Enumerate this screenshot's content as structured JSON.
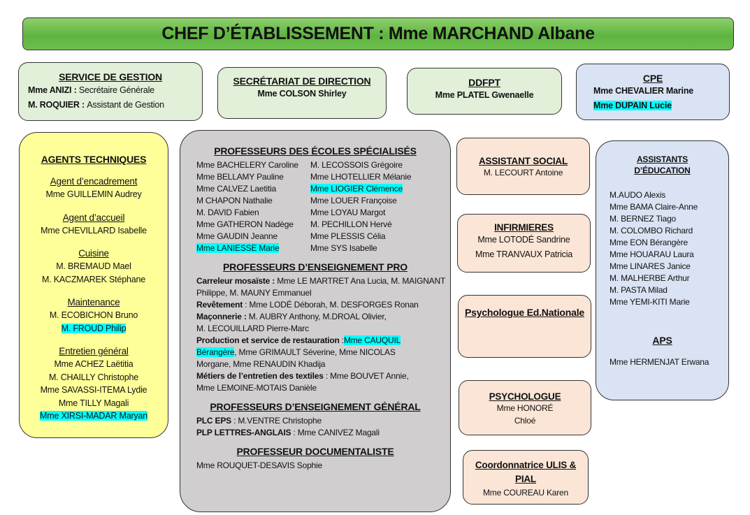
{
  "title": "CHEF D’ÉTABLISSEMENT : Mme MARCHAND Albane",
  "colors": {
    "title_bg": "#6cbf4e",
    "green_box": "#e2efd9",
    "blue_box": "#dae3f3",
    "yellow_box": "#ffff99",
    "gray_box": "#d0cece",
    "peach_box": "#fbe5d6",
    "highlight": "#00ffff"
  },
  "boxes": {
    "gestion": {
      "sections": [
        {
          "heading": "SERVICE DE GESTION",
          "lines": [
            [
              {
                "t": "Mme ANIZI : "
              },
              {
                "t": "Secrétaire Générale",
                "n": true
              }
            ],
            [
              {
                "t": "M. ROQUIER : "
              },
              {
                "t": "Assistant de Gestion",
                "n": true
              }
            ]
          ]
        }
      ]
    },
    "secretariat": {
      "sections": [
        {
          "heading": "SECRÉTARIAT DE DIRECTION",
          "lines": [
            [
              {
                "t": "Mme COLSON Shirley"
              }
            ]
          ]
        }
      ]
    },
    "ddfpt": {
      "sections": [
        {
          "heading": "DDFPT",
          "lines": [
            [
              {
                "t": "Mme PLATEL Gwenaelle"
              }
            ]
          ]
        }
      ]
    },
    "cpe": {
      "sections": [
        {
          "heading": "CPE",
          "lines": [
            [
              {
                "t": "Mme CHEVALIER Marine"
              }
            ],
            [
              {
                "t": "Mme DUPAIN Lucie",
                "hl": true
              }
            ]
          ]
        }
      ]
    },
    "agents": {
      "sections": [
        {
          "heading": "AGENTS TECHNIQUES",
          "lines": []
        },
        {
          "sub": "Agent d’encadrement",
          "lines": [
            [
              {
                "t": "Mme GUILLEMIN Audrey"
              }
            ]
          ]
        },
        {
          "sub": "Agent d’accueil",
          "lines": [
            [
              {
                "t": "Mme CHEVILLARD Isabelle"
              }
            ]
          ]
        },
        {
          "sub": "Cuisine",
          "lines": [
            [
              {
                "t": "M. BREMAUD Mael"
              }
            ],
            [
              {
                "t": "M. KACZMAREK Stéphane"
              }
            ]
          ]
        },
        {
          "sub": "Maintenance",
          "lines": [
            [
              {
                "t": "M. ECOBICHON Bruno"
              }
            ],
            [
              {
                "t": "M. FROUD Philip",
                "hl": true
              }
            ]
          ]
        },
        {
          "sub": "Entretien général",
          "lines": [
            [
              {
                "t": "Mme ACHEZ Laëtitia"
              }
            ],
            [
              {
                "t": "M. CHAILLY Christophe"
              }
            ],
            [
              {
                "t": "Mme SAVASSI-ITEMA Lydie"
              }
            ],
            [
              {
                "t": "Mme TILLY Magali"
              }
            ],
            [
              {
                "t": "Mme XIRSI-MADAR Maryan",
                "hl": true
              }
            ]
          ]
        }
      ]
    },
    "profs": {
      "sections": [
        {
          "heading": "PROFESSEURS DES ÉCOLES SPÉCIALISÉS",
          "columns": [
            [
              [
                {
                  "t": "Mme BACHELERY Caroline"
                }
              ],
              [
                {
                  "t": "Mme BELLAMY Pauline"
                }
              ],
              [
                {
                  "t": "Mme CALVEZ Laetitia"
                }
              ],
              [
                {
                  "t": "M CHAPON Nathalie"
                }
              ],
              [
                {
                  "t": "M. DAVID Fabien"
                }
              ],
              [
                {
                  "t": "Mme GATHERON Nadège"
                }
              ],
              [
                {
                  "t": "Mme GAUDIN Jeanne"
                }
              ],
              [
                {
                  "t": "Mme LANIESSE Marie",
                  "hl": true
                }
              ]
            ],
            [
              [
                {
                  "t": "M. LECOSSOIS Grégoire"
                }
              ],
              [
                {
                  "t": "Mme LHOTELLIER Mélanie"
                }
              ],
              [
                {
                  "t": "Mme LIOGIER Clémence",
                  "hl": true
                }
              ],
              [
                {
                  "t": "Mme LOUER Françoise"
                }
              ],
              [
                {
                  "t": "Mme LOYAU Margot"
                }
              ],
              [
                {
                  "t": "M. PECHILLON Hervé"
                }
              ],
              [
                {
                  "t": "Mme PLESSIS Célia"
                }
              ],
              [
                {
                  "t": "Mme SYS Isabelle"
                }
              ]
            ]
          ]
        },
        {
          "heading": "PROFESSEURS D’ENSEIGNEMENT PRO",
          "lines": [
            [
              {
                "t": "Carreleur mosaïste : ",
                "b": true
              },
              {
                "t": "Mme LE MARTRET Ana Lucia, M. MAIGNANT"
              }
            ],
            [
              {
                "t": "Philippe, M. MAUNY Emmanuel"
              }
            ],
            [
              {
                "t": "Revêtement",
                "b": true
              },
              {
                "t": " : Mme LODÉ Déborah, M. DESFORGES Ronan"
              }
            ],
            [
              {
                "t": "Maçonnerie : ",
                "b": true
              },
              {
                "t": "M. AUBRY Anthony, M.DROAL Olivier,"
              }
            ],
            [
              {
                "t": "M. LECOUILLARD Pierre-Marc"
              }
            ],
            [
              {
                "t": "Production et service de restauration",
                "b": true
              },
              {
                "t": " :"
              },
              {
                "t": "Mme CAUQUIL",
                "hl": true
              }
            ],
            [
              {
                "t": "Bérangère",
                "hl": true
              },
              {
                "t": ", Mme GRIMAULT Séverine, Mme NICOLAS"
              }
            ],
            [
              {
                "t": "Morgane, Mme RENAUDIN Khadija"
              }
            ],
            [
              {
                "t": "Métiers de l’entretien des textiles",
                "b": true
              },
              {
                "t": " : Mme BOUVET Annie,"
              }
            ],
            [
              {
                "t": "Mme LEMOINE-MOTAIS Danièle"
              }
            ]
          ]
        },
        {
          "heading": "PROFESSEURS D’ENSEIGNEMENT GÉNÉRAL",
          "lines": [
            [
              {
                "t": "PLC EPS",
                "b": true
              },
              {
                "t": " : M.VENTRE Christophe"
              }
            ],
            [
              {
                "t": "PLP LETTRES-ANGLAIS",
                "b": true
              },
              {
                "t": " : Mme CANIVEZ Magali"
              }
            ]
          ]
        },
        {
          "heading": "PROFESSEUR DOCUMENTALISTE",
          "lines": [
            [
              {
                "t": "Mme ROUQUET-DESAVIS Sophie"
              }
            ]
          ]
        }
      ]
    },
    "social": {
      "sections": [
        {
          "heading": "ASSISTANT SOCIAL",
          "lines": [
            [
              {
                "t": "M. LECOURT Antoine"
              }
            ]
          ]
        }
      ]
    },
    "infirm": {
      "sections": [
        {
          "heading": "INFIRMIERES",
          "lines": [
            [
              {
                "t": "Mme LOTODÉ Sandrine"
              }
            ],
            [
              {
                "t": "Mme TRANVAUX Patricia"
              }
            ]
          ]
        }
      ]
    },
    "psyed": {
      "sections": [
        {
          "heading": "Psychologue Ed.Nationale",
          "lines": []
        }
      ]
    },
    "psy": {
      "sections": [
        {
          "heading": "PSYCHOLOGUE",
          "lines": [
            [
              {
                "t": "Mme HONORÉ"
              }
            ],
            [
              {
                "t": "Chloé"
              }
            ]
          ]
        }
      ]
    },
    "coord": {
      "sections": [
        {
          "heading": "Coordonnatrice ULIS & PIAL",
          "lines": [
            [
              {
                "t": "Mme COUREAU Karen"
              }
            ]
          ]
        }
      ]
    },
    "aed": {
      "sections": [
        {
          "heading": "ASSISTANTS D’ÉDUCATION",
          "lines": [
            [
              {
                "t": "M.AUDO Alexis"
              }
            ],
            [
              {
                "t": "Mme BAMA Claire-Anne"
              }
            ],
            [
              {
                "t": "M. BERNEZ Tiago"
              }
            ],
            [
              {
                "t": "M. COLOMBO Richard"
              }
            ],
            [
              {
                "t": "Mme EON Bérangère"
              }
            ],
            [
              {
                "t": "Mme HOUARAU Laura"
              }
            ],
            [
              {
                "t": "Mme LINARES Janice"
              }
            ],
            [
              {
                "t": "M. MALHERBE Arthur"
              }
            ],
            [
              {
                "t": "M. PASTA Milad"
              }
            ],
            [
              {
                "t": "Mme YEMI-KITI Marie"
              }
            ]
          ]
        },
        {
          "heading": "APS",
          "lines": [
            [
              {
                "t": "Mme HERMENJAT Erwana"
              }
            ]
          ]
        }
      ]
    }
  }
}
